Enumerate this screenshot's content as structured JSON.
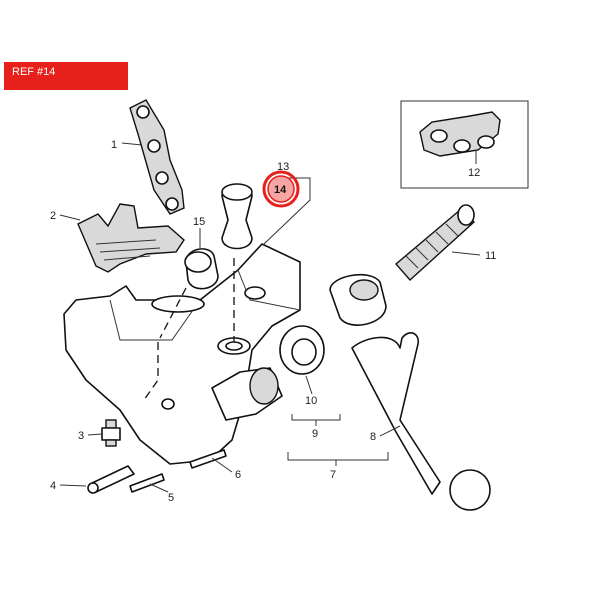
{
  "ref_badge": "REF #14",
  "callouts": {
    "c1": "1",
    "c2": "2",
    "c3": "3",
    "c4": "4",
    "c5": "5",
    "c6": "6",
    "c7": "7",
    "c8": "8",
    "c9": "9",
    "c10": "10",
    "c11": "11",
    "c12": "12",
    "c13": "13",
    "c14": "14",
    "c15": "15"
  },
  "colors": {
    "badge": "#e8201c",
    "highlight": "#e8201c"
  }
}
